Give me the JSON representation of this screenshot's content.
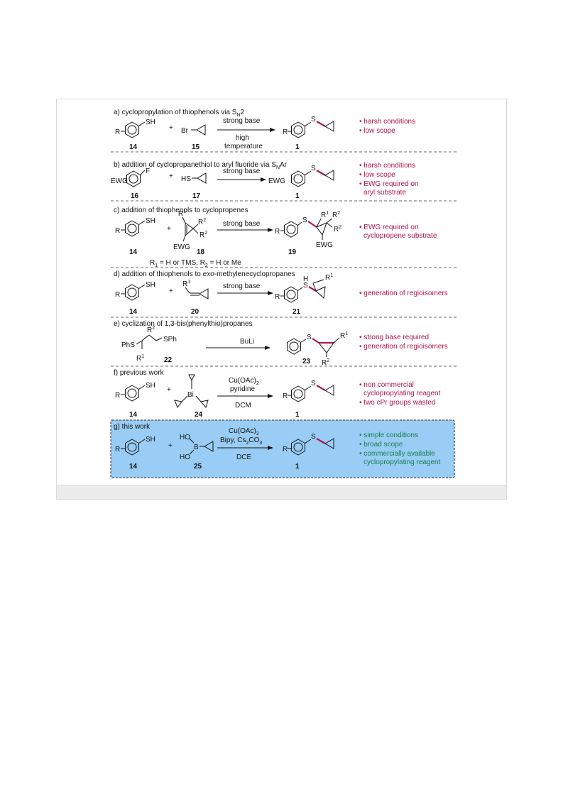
{
  "colors": {
    "highlight_bond": "#b3134f",
    "disadvantage_note": "#b3134f",
    "advantage_note": "#1a7d4e",
    "this_work_panel": "#99cdf5"
  },
  "labels": {
    "R": "R",
    "EWG": "EWG",
    "SH": "SH",
    "S": "S",
    "F": "F",
    "HS": "HS",
    "Br": "Br",
    "plus": "+",
    "R1": "R",
    "R2": "R",
    "sup1": "1",
    "sup2": "2",
    "H": "H",
    "PhS": "PhS",
    "SPh": "SPh",
    "B": "B",
    "HO": "HO",
    "Bi": "Bi"
  },
  "panels": {
    "a": {
      "title": "a) cyclopropylation of thiophenols via S",
      "title_sub": "N",
      "title_tail": "2",
      "cmpd_left": "14",
      "cmpd_reagent": "15",
      "cmpd_product": "1",
      "cond_top": "strong base",
      "cond_bottom1": "high",
      "cond_bottom2": "temperature",
      "notes": [
        "• harsh conditions",
        "• low scope"
      ]
    },
    "b": {
      "title": "b) addition of cyclopropanethiol to aryl fluoride via S",
      "title_sub": "N",
      "title_tail": "Ar",
      "cmpd_left": "16",
      "cmpd_reagent": "17",
      "cmpd_product": "1",
      "cond_top": "strong base",
      "notes": [
        "• harsh conditions",
        "• low scope",
        "• EWG required on",
        "aryl substrate"
      ]
    },
    "c": {
      "title": "c) addition of thiophenols to cyclopropenes",
      "cmpd_left": "14",
      "cmpd_reagent": "18",
      "cmpd_product": "19",
      "cond_top": "strong base",
      "footnote_a": "R",
      "footnote_a_sub": "1",
      "footnote_b": " = H or TMS, R",
      "footnote_b_sub": "2",
      "footnote_c": " = H or Me",
      "notes": [
        "• EWG required on",
        "cyclopropene substrate"
      ]
    },
    "d": {
      "title_a": "d) addition of thiophenols to ",
      "title_italic": "exo",
      "title_b": "-methylenecyclopropanes",
      "cmpd_left": "14",
      "cmpd_reagent": "20",
      "cmpd_product": "21",
      "cond_top": "strong base",
      "notes": [
        "• generation of regioisomers"
      ]
    },
    "e": {
      "title": "e) cyclization of 1,3-bis(phenylthio)propanes",
      "cmpd_left": "22",
      "cmpd_product": "23",
      "cond_top": "BuLi",
      "notes": [
        "• strong base required",
        "• generation of regioisomers"
      ]
    },
    "f": {
      "title": "f) previous work",
      "cmpd_left": "14",
      "cmpd_reagent": "24",
      "cmpd_product": "1",
      "cond_top1": "Cu(OAc)",
      "cond_top1_sub": "2",
      "cond_top2": "pyridine",
      "cond_bottom": "DCM",
      "notes": [
        "• non commercial",
        "cyclopropylating reagent",
        "• two cPr groups wasted"
      ]
    },
    "g": {
      "title": "g) this work",
      "cmpd_left": "14",
      "cmpd_reagent": "25",
      "cmpd_product": "1",
      "cond_top1": "Cu(OAc)",
      "cond_top1_sub": "2",
      "cond_top2_a": "Bipy, Cs",
      "cond_top2_sub1": "2",
      "cond_top2_b": "CO",
      "cond_top2_sub2": "3",
      "cond_bottom": "DCE",
      "notes": [
        "• simple conditions",
        "• broad scope",
        "• commercially available",
        "cyclopropylating reagent"
      ]
    }
  }
}
